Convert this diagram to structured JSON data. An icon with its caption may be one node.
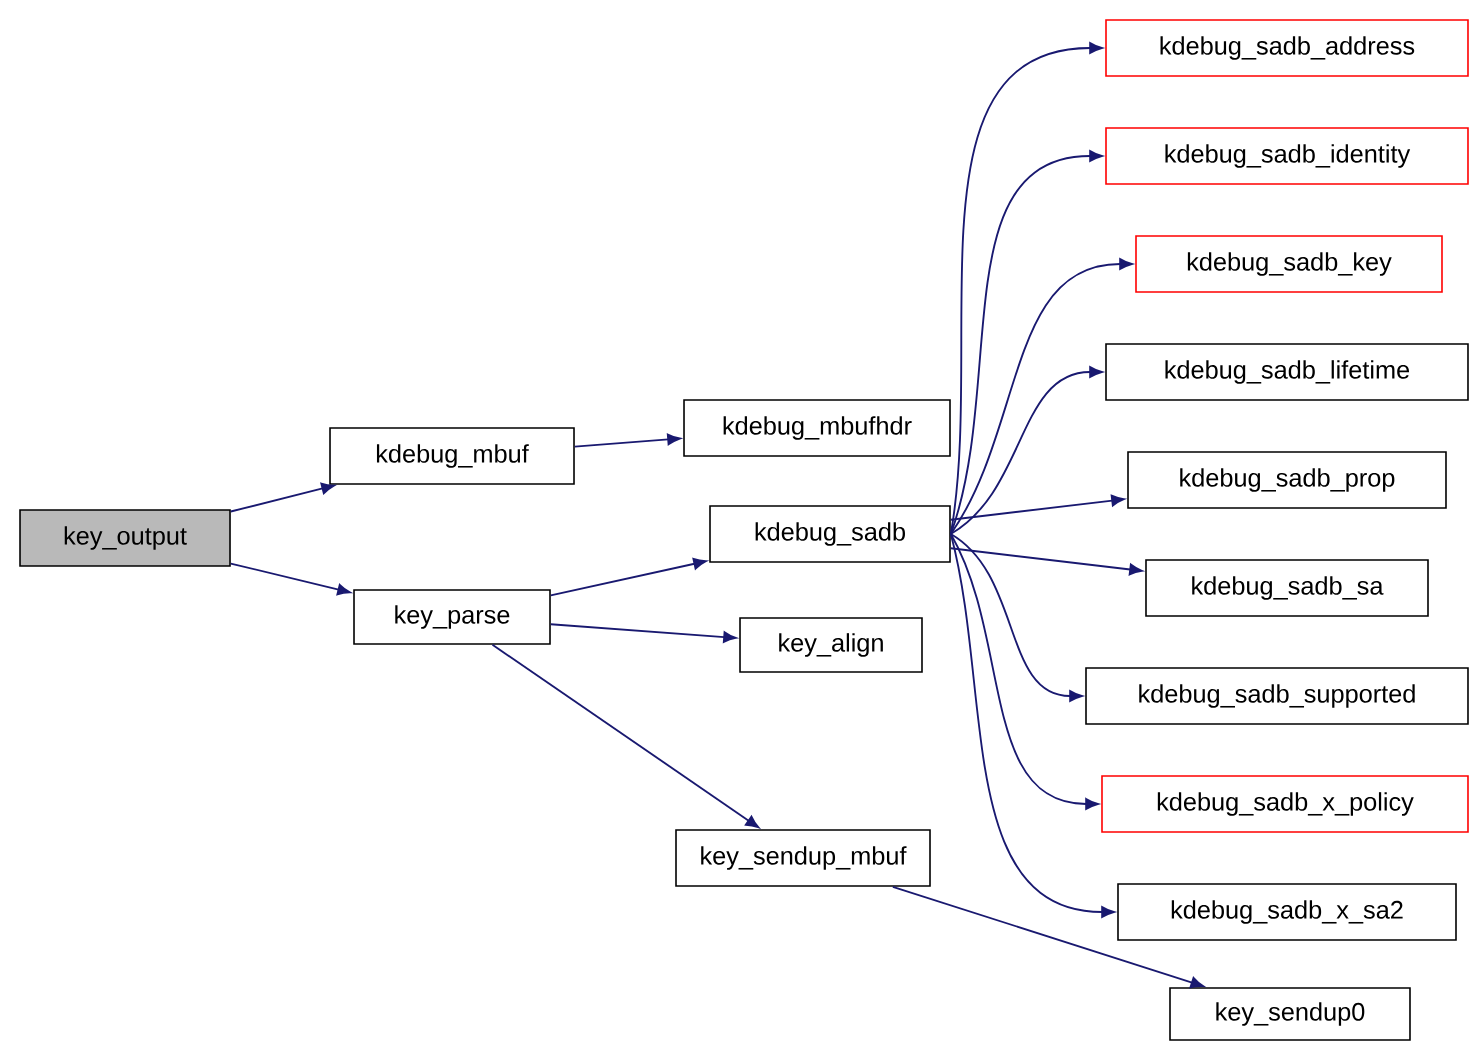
{
  "diagram": {
    "nodes": [
      {
        "text": [
          "key_output"
        ]
      },
      {
        "text": [
          "kdebug_mbuf"
        ]
      },
      {
        "text": [
          "kdebug_mbufhdr"
        ]
      },
      {
        "text": [
          "key_parse"
        ]
      },
      {
        "text": [
          "kdebug_sadb"
        ]
      },
      {
        "text": [
          "key_align"
        ]
      },
      {
        "text": [
          "key_sendup_mbuf"
        ]
      },
      {
        "text": [
          "kdebug_sadb_address"
        ]
      },
      {
        "text": [
          "kdebug_sadb_identity"
        ]
      },
      {
        "text": [
          "kdebug_sadb_key"
        ]
      },
      {
        "text": [
          "kdebug_sadb_lifetime"
        ]
      },
      {
        "text": [
          "kdebug_sadb_prop"
        ]
      },
      {
        "text": [
          "kdebug_sadb_sa"
        ]
      },
      {
        "text": [
          "kdebug_sadb_supported"
        ]
      },
      {
        "text": [
          "kdebug_sadb_x_policy"
        ]
      },
      {
        "text": [
          "kdebug_sadb_x_sa2"
        ]
      },
      {
        "text": [
          "key_sendup0"
        ]
      }
    ],
    "edges": [
      {
        "from": 0,
        "to": 1,
        "arrow": "to"
      },
      {
        "from": 0,
        "to": 3,
        "arrow": "to"
      },
      {
        "from": 1,
        "to": 2,
        "arrow": "to"
      },
      {
        "from": 3,
        "to": 4,
        "arrow": "to"
      },
      {
        "from": 3,
        "to": 5,
        "arrow": "to"
      },
      {
        "from": 3,
        "to": 6,
        "arrow": "to"
      },
      {
        "from": 4,
        "to": 7,
        "arrow": "to"
      },
      {
        "from": 4,
        "to": 8,
        "arrow": "to"
      },
      {
        "from": 4,
        "to": 9,
        "arrow": "to"
      },
      {
        "from": 4,
        "to": 10,
        "arrow": "to"
      },
      {
        "from": 4,
        "to": 11,
        "arrow": "to"
      },
      {
        "from": 4,
        "to": 12,
        "arrow": "to"
      },
      {
        "from": 4,
        "to": 13,
        "arrow": "to"
      },
      {
        "from": 4,
        "to": 14,
        "arrow": "to"
      },
      {
        "from": 4,
        "to": 15,
        "arrow": "to"
      },
      {
        "from": 6,
        "to": 16,
        "arrow": "to"
      }
    ]
  }
}
